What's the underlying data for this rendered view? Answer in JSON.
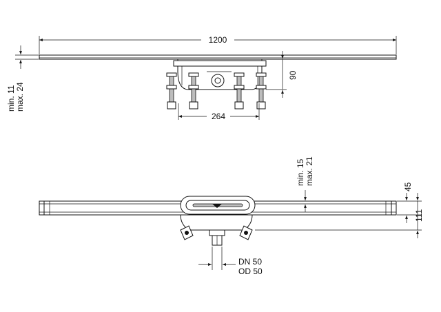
{
  "top_view": {
    "dim_length": "1200",
    "dim_height": "90",
    "dim_body_width": "264",
    "dim_adjust_min": "min. 11",
    "dim_adjust_max": "max. 24"
  },
  "side_view": {
    "dim_rim_min": "min. 15",
    "dim_rim_max": "max. 21",
    "dim_top": "45",
    "dim_total": "111",
    "outlet_dn": "DN 50",
    "outlet_od": "OD 50"
  }
}
